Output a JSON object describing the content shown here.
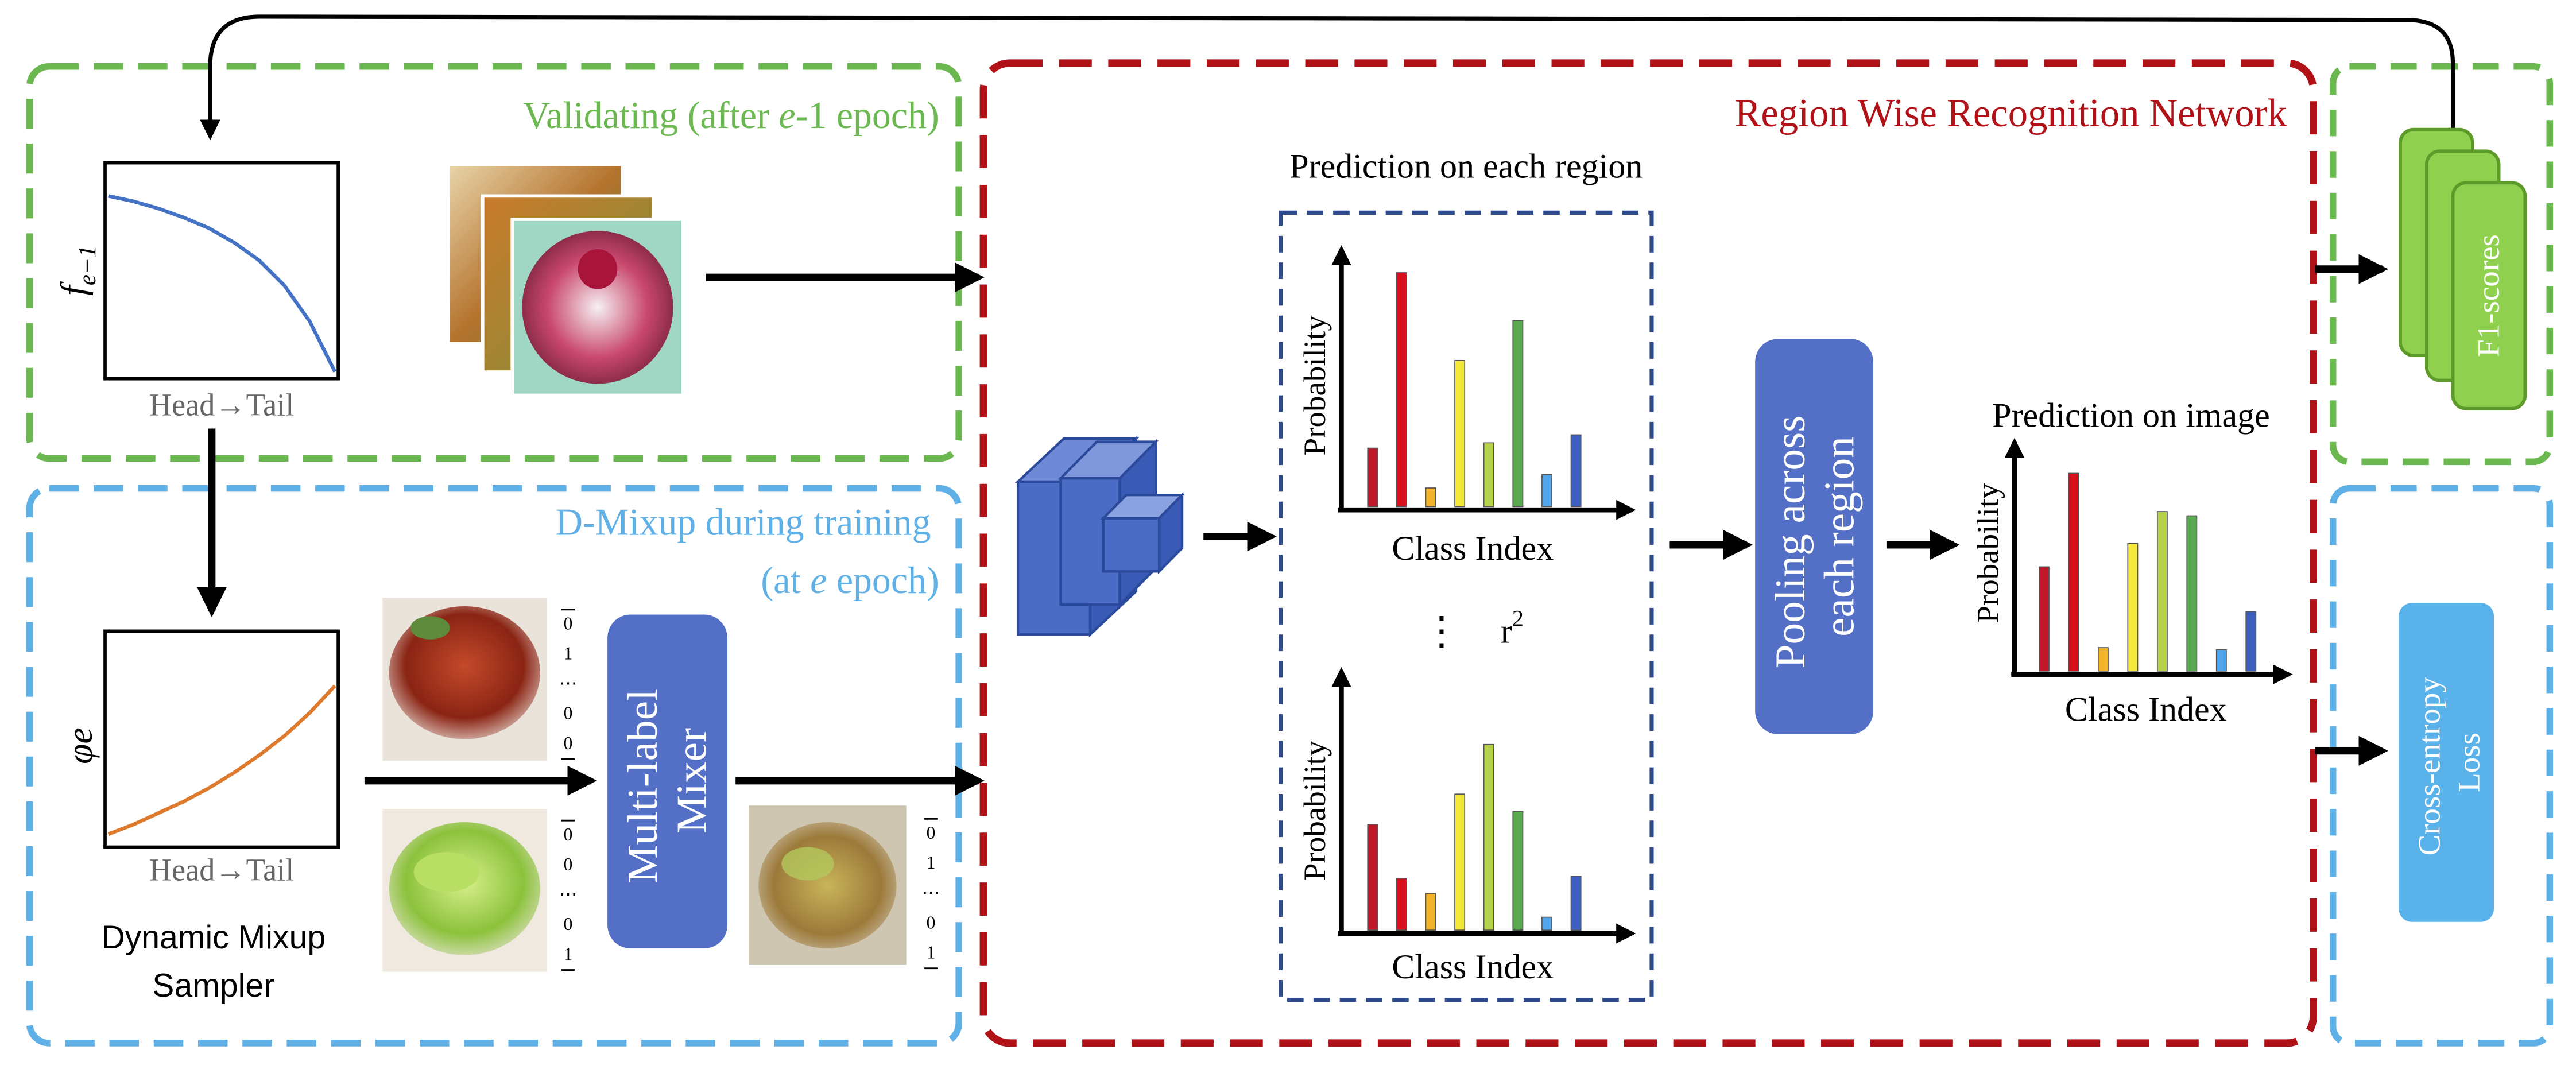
{
  "colors": {
    "validate_green": "#6ab84f",
    "dmixup_blue": "#5fb0e6",
    "network_red": "#b01218",
    "block_blue": "#5470c6",
    "cnn_blue": "#4a6cc4",
    "f1_green": "#8fd14f",
    "ce_blue": "#5ab2ea",
    "curve_blue": "#4472c4",
    "curve_orange": "#dd7a2e"
  },
  "validating": {
    "title_prefix": "Validating (after ",
    "title_var": "e",
    "title_suffix": "-1 epoch)",
    "plot_ylabel_base": "f",
    "plot_ylabel_sub": "e−1",
    "plot_xlabel": "Head→Tail",
    "curve_points": [
      1.0,
      0.97,
      0.93,
      0.88,
      0.82,
      0.74,
      0.64,
      0.5,
      0.3,
      0.02
    ]
  },
  "dmixup": {
    "title_line1": "D-Mixup during training",
    "title_line2_prefix": "(at ",
    "title_line2_var": "e",
    "title_line2_suffix": " epoch)",
    "plot_ylabel": "φe",
    "plot_xlabel": "Head→Tail",
    "sampler_line1": "Dynamic Mixup",
    "sampler_line2": "Sampler",
    "curve_points": [
      0.05,
      0.1,
      0.16,
      0.22,
      0.29,
      0.37,
      0.46,
      0.56,
      0.68,
      0.82
    ],
    "mixer_line1": "Multi-label",
    "mixer_line2": "Mixer",
    "label_vec_1": [
      "0",
      "1",
      "⋯",
      "0",
      "0"
    ],
    "label_vec_2": [
      "0",
      "0",
      "⋯",
      "0",
      "1"
    ],
    "label_vec_mix": [
      "0",
      "1",
      "⋯",
      "0",
      "1"
    ]
  },
  "network": {
    "title": "Region Wise Recognition Network",
    "region_title": "Prediction on each region",
    "image_title": "Prediction on image",
    "ylabel": "Probability",
    "xlabel": "Class Index",
    "ellipsis": "⋮",
    "region_count": "r",
    "region_count_sup": "2",
    "pooling_line1": "Pooling across",
    "pooling_line2": "each region"
  },
  "outputs": {
    "f1_label": "F1-scores",
    "ce_line1": "Cross-entropy",
    "ce_line2": "Loss"
  },
  "chart_data": [
    {
      "type": "bar",
      "name": "region-chart-1",
      "values": [
        0.22,
        0.88,
        0.07,
        0.55,
        0.24,
        0.7,
        0.12,
        0.27
      ],
      "colors": [
        "#c0182a",
        "#d8101c",
        "#f2b22c",
        "#f4e83a",
        "#b6d24a",
        "#5aa850",
        "#4fa6ec",
        "#3c5fc0"
      ]
    },
    {
      "type": "bar",
      "name": "region-chart-2",
      "values": [
        0.49,
        0.24,
        0.17,
        0.63,
        0.86,
        0.55,
        0.06,
        0.25
      ],
      "colors": [
        "#c0182a",
        "#d8101c",
        "#f2b22c",
        "#f4e83a",
        "#b6d24a",
        "#5aa850",
        "#4fa6ec",
        "#3c5fc0"
      ]
    },
    {
      "type": "bar",
      "name": "image-chart",
      "values": [
        0.49,
        0.93,
        0.11,
        0.6,
        0.75,
        0.73,
        0.1,
        0.28
      ],
      "colors": [
        "#c0182a",
        "#d8101c",
        "#f2b22c",
        "#f4e83a",
        "#b6d24a",
        "#5aa850",
        "#4fa6ec",
        "#3c5fc0"
      ]
    }
  ]
}
